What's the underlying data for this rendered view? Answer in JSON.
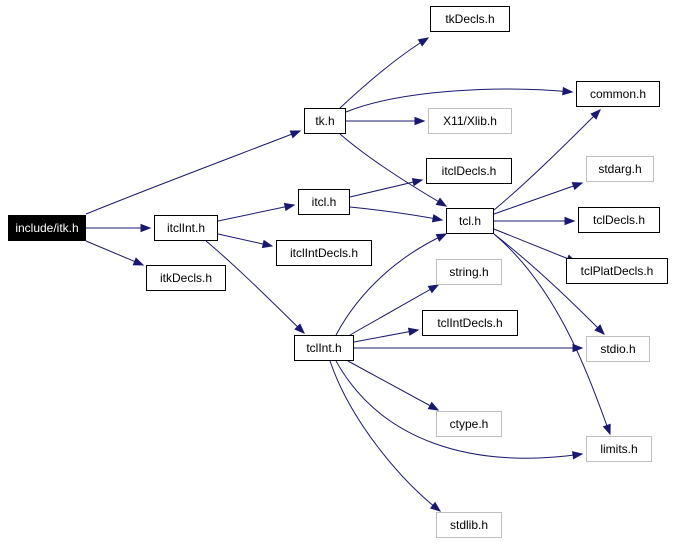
{
  "colors": {
    "edge": "#191970",
    "root_fill": "#000000",
    "root_text": "#ffffff",
    "border_existing": "#000000",
    "border_missing": "#bfbfbf"
  },
  "nodes": {
    "include_itk_h": {
      "label": "include/itk.h",
      "style": "root"
    },
    "itclint_h": {
      "label": "itclInt.h",
      "style": "solid"
    },
    "itkdecls_h": {
      "label": "itkDecls.h",
      "style": "solid"
    },
    "tk_h": {
      "label": "tk.h",
      "style": "solid"
    },
    "itcl_h": {
      "label": "itcl.h",
      "style": "solid"
    },
    "itclintdecls_h": {
      "label": "itclIntDecls.h",
      "style": "solid"
    },
    "tclint_h": {
      "label": "tclInt.h",
      "style": "solid"
    },
    "tkdecls_h": {
      "label": "tkDecls.h",
      "style": "solid"
    },
    "x11_xlib_h": {
      "label": "X11/Xlib.h",
      "style": "grey"
    },
    "itcldecls_h": {
      "label": "itclDecls.h",
      "style": "solid"
    },
    "tcl_h": {
      "label": "tcl.h",
      "style": "solid"
    },
    "string_h": {
      "label": "string.h",
      "style": "grey"
    },
    "tclintdecls_h": {
      "label": "tclIntDecls.h",
      "style": "solid"
    },
    "ctype_h": {
      "label": "ctype.h",
      "style": "grey"
    },
    "stdlib_h": {
      "label": "stdlib.h",
      "style": "grey"
    },
    "common_h": {
      "label": "common.h",
      "style": "solid"
    },
    "stdarg_h": {
      "label": "stdarg.h",
      "style": "grey"
    },
    "tcldecls_h": {
      "label": "tclDecls.h",
      "style": "solid"
    },
    "tclplatdecls_h": {
      "label": "tclPlatDecls.h",
      "style": "solid"
    },
    "stdio_h": {
      "label": "stdio.h",
      "style": "grey"
    },
    "limits_h": {
      "label": "limits.h",
      "style": "grey"
    }
  },
  "edges": [
    [
      "include_itk_h",
      "itclint_h"
    ],
    [
      "include_itk_h",
      "itkdecls_h"
    ],
    [
      "include_itk_h",
      "tk_h"
    ],
    [
      "itclint_h",
      "itcl_h"
    ],
    [
      "itclint_h",
      "itclintdecls_h"
    ],
    [
      "itclint_h",
      "tclint_h"
    ],
    [
      "tk_h",
      "tkdecls_h"
    ],
    [
      "tk_h",
      "common_h"
    ],
    [
      "tk_h",
      "x11_xlib_h"
    ],
    [
      "tk_h",
      "tcl_h"
    ],
    [
      "itcl_h",
      "itcldecls_h"
    ],
    [
      "itcl_h",
      "tcl_h"
    ],
    [
      "tcl_h",
      "common_h"
    ],
    [
      "tcl_h",
      "stdarg_h"
    ],
    [
      "tcl_h",
      "tcldecls_h"
    ],
    [
      "tcl_h",
      "tclplatdecls_h"
    ],
    [
      "tcl_h",
      "stdio_h"
    ],
    [
      "tcl_h",
      "limits_h"
    ],
    [
      "tclint_h",
      "tcl_h"
    ],
    [
      "tclint_h",
      "string_h"
    ],
    [
      "tclint_h",
      "tclintdecls_h"
    ],
    [
      "tclint_h",
      "stdio_h"
    ],
    [
      "tclint_h",
      "ctype_h"
    ],
    [
      "tclint_h",
      "limits_h"
    ],
    [
      "tclint_h",
      "stdlib_h"
    ]
  ]
}
